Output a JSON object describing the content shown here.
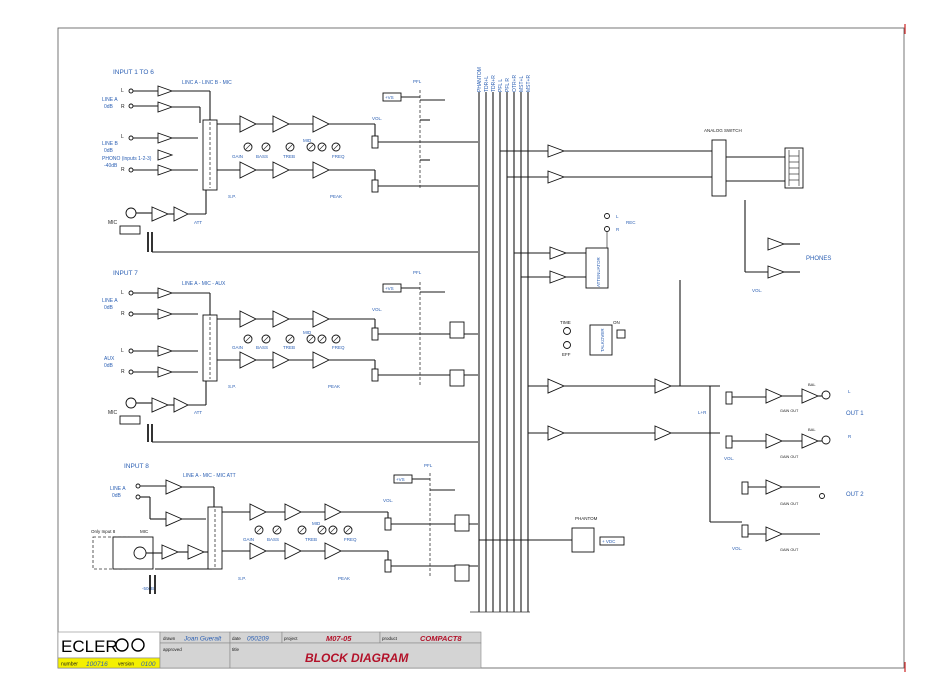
{
  "sections": {
    "input_1_6": {
      "title": "INPUT 1 TO 6",
      "bus_label": "LINC A - LINC B - MIC",
      "line_a": "LINE A",
      "line_a_level": "0dB",
      "line_b": "LINE B",
      "line_b_level": "0dB",
      "phono": "PHONO (inputs 1-2-3)",
      "phono_level": "-40dB",
      "mic": "MIC",
      "left": "L",
      "right": "R",
      "gain": "GAIN",
      "bass": "BASS",
      "mid": "MID",
      "treb": "TREB",
      "freq": "FREQ",
      "vol": "VOL.",
      "pfl": "PFL",
      "peak": "PEAK",
      "sp": "S.P.",
      "plus_vs": "+VS",
      "att": "ATT"
    },
    "input_7": {
      "title": "INPUT 7",
      "bus_label": "LINE A - MIC - AUX",
      "line_a": "LINE A",
      "line_a_level": "0dB",
      "aux": "AUX",
      "aux_level": "0dB",
      "mic": "MIC",
      "left": "L",
      "right": "R",
      "gain": "GAIN",
      "bass": "BASS",
      "mid": "MID",
      "treb": "TREB",
      "freq": "FREQ",
      "vol": "VOL.",
      "pfl": "PFL",
      "peak": "PEAK",
      "sp": "S.P.",
      "plus_vs": "+VS",
      "att": "ATT"
    },
    "input_8": {
      "title": "INPUT 8",
      "bus_label": "LINE A - MIC - MIC ATT",
      "line_a": "LINE A",
      "line_a_level": "0dB",
      "only_input": "Only Input 8",
      "mic": "MIC",
      "mic_level": "-50dB",
      "gain": "GAIN",
      "bass": "BASS",
      "mid": "MID",
      "treb": "TREB",
      "freq": "FREQ",
      "vol": "VOL.",
      "pfl": "PFL",
      "peak": "PEAK",
      "sp": "S.P.",
      "plus_vs": "+VS"
    }
  },
  "buses": [
    "PHANTOM",
    "TDR+L",
    "TDR+R",
    "PFL L",
    "PFL R",
    "OTR+R",
    "MST+L",
    "MST+R"
  ],
  "right_blocks": {
    "analog_switch": "ANALOG SWITCH",
    "rec": "REC",
    "rec_l": "L",
    "rec_r": "R",
    "attenuator": "ATTENUATOR",
    "phones": "PHONES",
    "vol": "VOL.",
    "talkover": "TALKOVER",
    "time": "TIME",
    "on": "ON",
    "eff": "EFF",
    "phantom": "PHANTOM",
    "vdc": "+ VDC",
    "out1": "OUT 1",
    "out2": "OUT 2",
    "l": "L",
    "r": "R",
    "lr": "L+R",
    "bal": "BAL",
    "gain_out": "GAIN OUT"
  },
  "title_block": {
    "brand": "ECLER",
    "drawn_label": "drawn",
    "drawn_value": "Joan Gueralt",
    "date_label": "date",
    "date_value": "050209",
    "project_label": "project",
    "project_value": "M07-05",
    "product_label": "product",
    "product_value": "COMPACT8",
    "approved_label": "approved",
    "title_label": "title",
    "title_value": "BLOCK DIAGRAM",
    "number_label": "number",
    "number_value": "100716",
    "version_label": "version",
    "version_value": "0100"
  },
  "colors": {
    "label_blue": "#2b5fb3",
    "title_red": "#b3122a",
    "titleblock_grey": "#d4d4d4",
    "number_yellow": "#f4f000"
  }
}
